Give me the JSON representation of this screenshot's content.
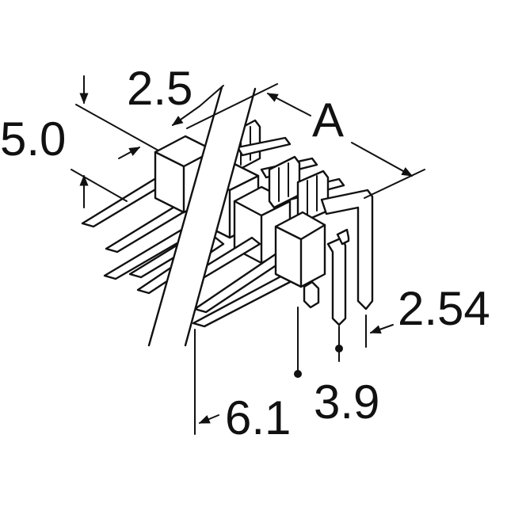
{
  "diagram": {
    "labels": {
      "dim_pin_length_top": "5.0",
      "dim_pitch_top": "2.5",
      "dim_length_a": "A",
      "dim_pitch_side": "2.54",
      "dim_tail_length": "3.9",
      "dim_pin_length_bottom": "6.1"
    }
  }
}
